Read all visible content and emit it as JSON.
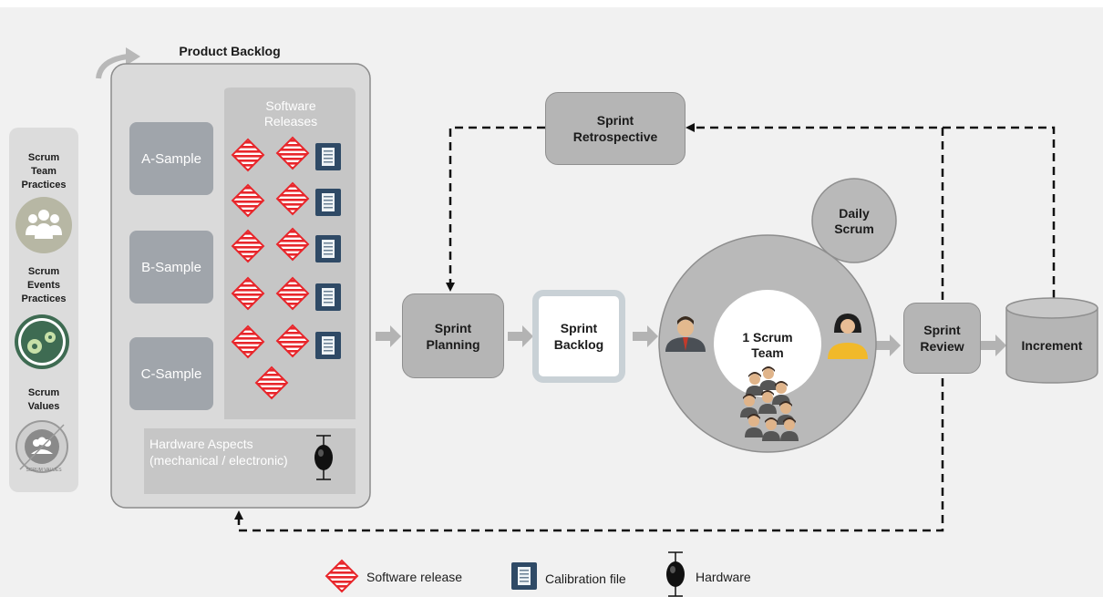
{
  "sidebar": {
    "team_practices": "Scrum\nTeam\nPractices",
    "events_practices": "Scrum\nEvents\nPractices",
    "values": "Scrum\nValues",
    "values_badge": "SCRUM VALUES"
  },
  "backlog": {
    "title": "Product Backlog",
    "software_releases": "Software\nReleases",
    "samples": [
      "A-Sample",
      "B-Sample",
      "C-Sample"
    ],
    "hardware_aspects": "Hardware Aspects\n(mechanical / electronic)"
  },
  "flow": {
    "sprint_planning": "Sprint\nPlanning",
    "sprint_backlog": "Sprint\nBacklog",
    "scrum_team": "1 Scrum\nTeam",
    "daily_scrum": "Daily\nScrum",
    "sprint_review": "Sprint\nReview",
    "increment": "Increment",
    "sprint_retrospective": "Sprint\nRetrospective"
  },
  "legend": {
    "software_release": "Software release",
    "calibration_file": "Calibration file",
    "hardware": "Hardware"
  },
  "colors": {
    "background": "#f1f1f1",
    "box_gray": "#b5b5b5",
    "sample_gray": "#a0a5ab",
    "software_red": "#e8262b",
    "calibration_blue": "#2f4a66",
    "hardware_black": "#111111"
  }
}
